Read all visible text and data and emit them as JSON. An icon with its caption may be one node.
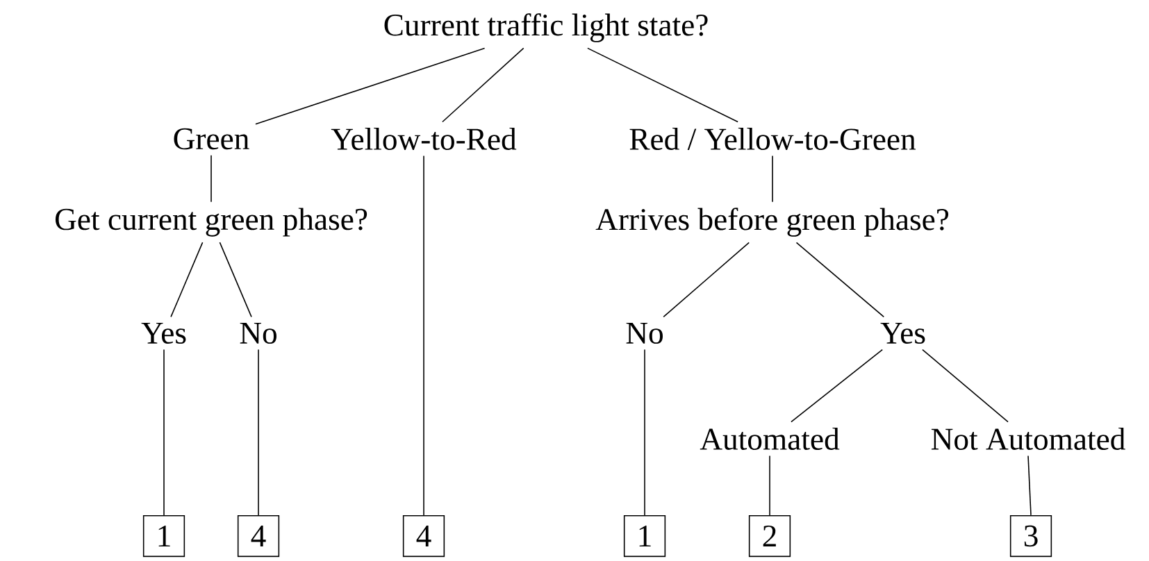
{
  "diagram": {
    "nodes": [
      {
        "text": [
          "Current traffic light state?"
        ]
      },
      {
        "text": [
          "Green"
        ]
      },
      {
        "text": [
          "Yellow-to-Red"
        ]
      },
      {
        "text": [
          "Red / Yellow-to-Green"
        ]
      },
      {
        "text": [
          "Get current green phase?"
        ]
      },
      {
        "text": [
          "Arrives before green phase?"
        ]
      },
      {
        "text": [
          "Yes"
        ]
      },
      {
        "text": [
          "No"
        ]
      },
      {
        "text": [
          "No"
        ]
      },
      {
        "text": [
          "Yes"
        ]
      },
      {
        "text": [
          "Automated"
        ]
      },
      {
        "text": [
          "Not Automated"
        ]
      },
      {
        "text": [
          "1"
        ]
      },
      {
        "text": [
          "4"
        ]
      },
      {
        "text": [
          "4"
        ]
      },
      {
        "text": [
          "1"
        ]
      },
      {
        "text": [
          "2"
        ]
      },
      {
        "text": [
          "3"
        ]
      }
    ],
    "edges": [
      {
        "from": 0,
        "to": 1,
        "arrow": "none"
      },
      {
        "from": 0,
        "to": 2,
        "arrow": "none"
      },
      {
        "from": 0,
        "to": 3,
        "arrow": "none"
      },
      {
        "from": 1,
        "to": 4,
        "arrow": "none"
      },
      {
        "from": 3,
        "to": 5,
        "arrow": "none"
      },
      {
        "from": 4,
        "to": 6,
        "arrow": "none"
      },
      {
        "from": 4,
        "to": 7,
        "arrow": "none"
      },
      {
        "from": 5,
        "to": 8,
        "arrow": "none"
      },
      {
        "from": 5,
        "to": 9,
        "arrow": "none"
      },
      {
        "from": 6,
        "to": 12,
        "arrow": "none"
      },
      {
        "from": 7,
        "to": 13,
        "arrow": "none"
      },
      {
        "from": 2,
        "to": 14,
        "arrow": "none"
      },
      {
        "from": 8,
        "to": 15,
        "arrow": "none"
      },
      {
        "from": 9,
        "to": 10,
        "arrow": "none"
      },
      {
        "from": 9,
        "to": 11,
        "arrow": "none"
      },
      {
        "from": 10,
        "to": 16,
        "arrow": "none"
      },
      {
        "from": 11,
        "to": 17,
        "arrow": "none"
      }
    ]
  }
}
